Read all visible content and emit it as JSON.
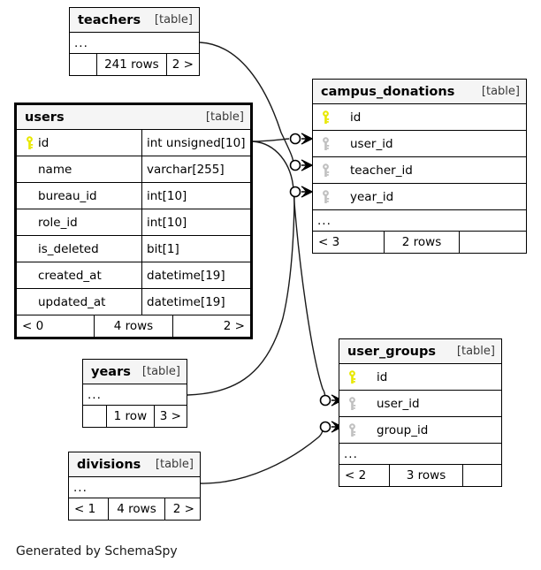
{
  "diagram": {
    "caption": "Generated by SchemaSpy",
    "table_tag": "[table]",
    "ellipsis": "...",
    "colors": {
      "primary_key": "#e8e800",
      "foreign_key": "#c0c0c0",
      "header_bg": "#f5f5f5",
      "border": "#000000",
      "edge": "#1a1a1a",
      "background": "#ffffff"
    }
  },
  "tables": {
    "teachers": {
      "name": "teachers",
      "tag": "[table]",
      "ellipsis": "...",
      "footer": {
        "left": "",
        "center": "241 rows",
        "right": "2 >"
      }
    },
    "users": {
      "name": "users",
      "tag": "[table]",
      "focal": true,
      "columns": [
        {
          "key": "primary",
          "name": "id",
          "type": "int unsigned[10]"
        },
        {
          "key": "none",
          "name": "name",
          "type": "varchar[255]"
        },
        {
          "key": "none",
          "name": "bureau_id",
          "type": "int[10]"
        },
        {
          "key": "none",
          "name": "role_id",
          "type": "int[10]"
        },
        {
          "key": "none",
          "name": "is_deleted",
          "type": "bit[1]"
        },
        {
          "key": "none",
          "name": "created_at",
          "type": "datetime[19]"
        },
        {
          "key": "none",
          "name": "updated_at",
          "type": "datetime[19]"
        }
      ],
      "footer": {
        "left": "< 0",
        "center": "4 rows",
        "right": "2 >"
      }
    },
    "campus_donations": {
      "name": "campus_donations",
      "tag": "[table]",
      "columns": [
        {
          "key": "primary",
          "name": "id"
        },
        {
          "key": "foreign",
          "name": "user_id"
        },
        {
          "key": "foreign",
          "name": "teacher_id"
        },
        {
          "key": "foreign",
          "name": "year_id"
        }
      ],
      "ellipsis": "...",
      "footer": {
        "left": "< 3",
        "center": "2 rows",
        "right": ""
      }
    },
    "user_groups": {
      "name": "user_groups",
      "tag": "[table]",
      "columns": [
        {
          "key": "primary",
          "name": "id"
        },
        {
          "key": "foreign",
          "name": "user_id"
        },
        {
          "key": "foreign",
          "name": "group_id"
        }
      ],
      "ellipsis": "...",
      "footer": {
        "left": "< 2",
        "center": "3 rows",
        "right": ""
      }
    },
    "years": {
      "name": "years",
      "tag": "[table]",
      "ellipsis": "...",
      "footer": {
        "left": "",
        "center": "1 row",
        "right": "3 >"
      }
    },
    "divisions": {
      "name": "divisions",
      "tag": "[table]",
      "ellipsis": "...",
      "footer": {
        "left": "< 1",
        "center": "4 rows",
        "right": "2 >"
      }
    }
  },
  "relationships": [
    {
      "from": "teachers",
      "to": "campus_donations.teacher_id",
      "cardinality": "zero-to-many"
    },
    {
      "from": "users.id",
      "to": "campus_donations.user_id",
      "cardinality": "zero-to-many"
    },
    {
      "from": "users.id",
      "to": "user_groups.user_id",
      "cardinality": "zero-to-many"
    },
    {
      "from": "years",
      "to": "campus_donations.year_id",
      "cardinality": "zero-to-many"
    },
    {
      "from": "divisions",
      "to": "user_groups.group_id",
      "cardinality": "zero-to-many"
    }
  ]
}
